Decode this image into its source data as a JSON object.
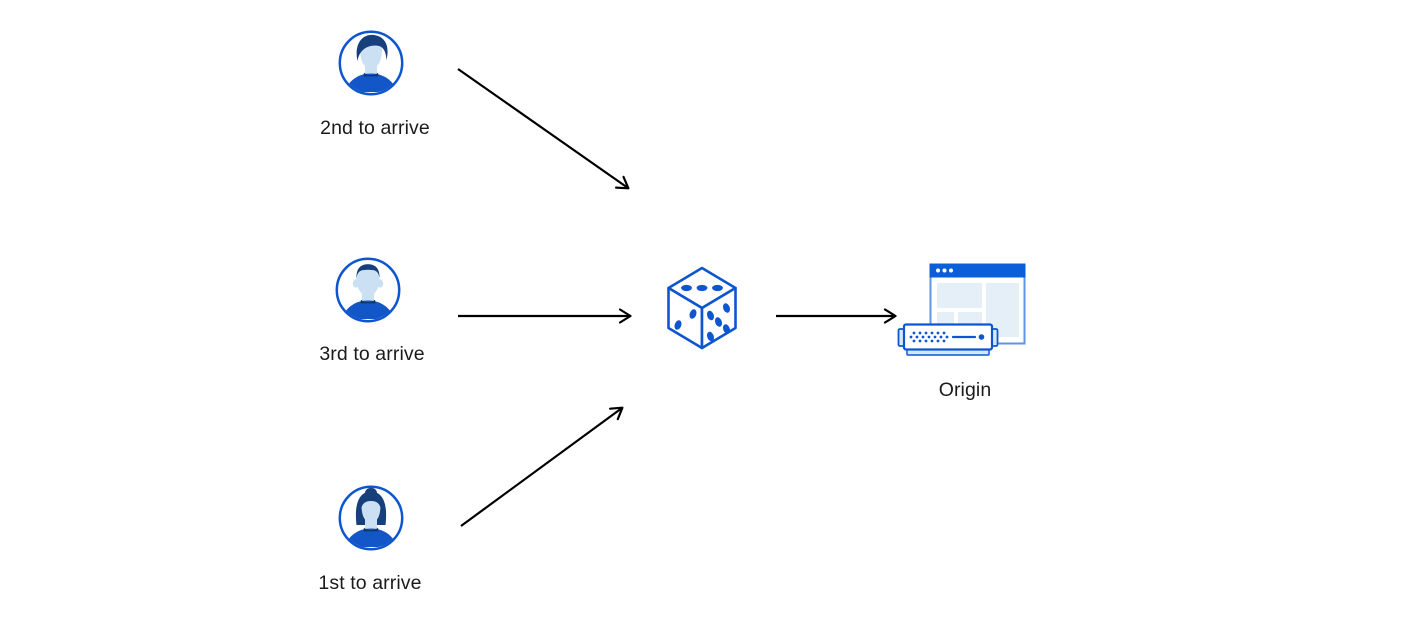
{
  "diagram": {
    "clients": [
      {
        "id": "client-top",
        "label": "2nd to arrive",
        "icon": "user-avatar-male-swept-hair"
      },
      {
        "id": "client-middle",
        "label": "3rd to arrive",
        "icon": "user-avatar-male-short-hair"
      },
      {
        "id": "client-bottom",
        "label": "1st to arrive",
        "icon": "user-avatar-female-bun"
      }
    ],
    "randomizer": {
      "id": "dice",
      "icon": "dice-icon"
    },
    "origin": {
      "id": "origin",
      "label": "Origin",
      "icon": "origin-server-icon"
    },
    "edges": [
      {
        "from": "client-top",
        "to": "dice"
      },
      {
        "from": "client-middle",
        "to": "dice"
      },
      {
        "from": "client-bottom",
        "to": "dice"
      },
      {
        "from": "dice",
        "to": "origin"
      }
    ],
    "colors": {
      "accent_blue": "#0e56d0",
      "hair_navy": "#173f7c",
      "shirt_blue": "#1256c8",
      "face_light_blue": "#cbe1f3",
      "window_bar_blue": "#0b5ed9",
      "window_border_blue": "#5b97e3",
      "panel_light_blue": "#e4eff7",
      "server_light_blue": "#d6e9f8",
      "arrow_black": "#000000",
      "text": "#1b1b1d",
      "background": "#ffffff"
    }
  }
}
